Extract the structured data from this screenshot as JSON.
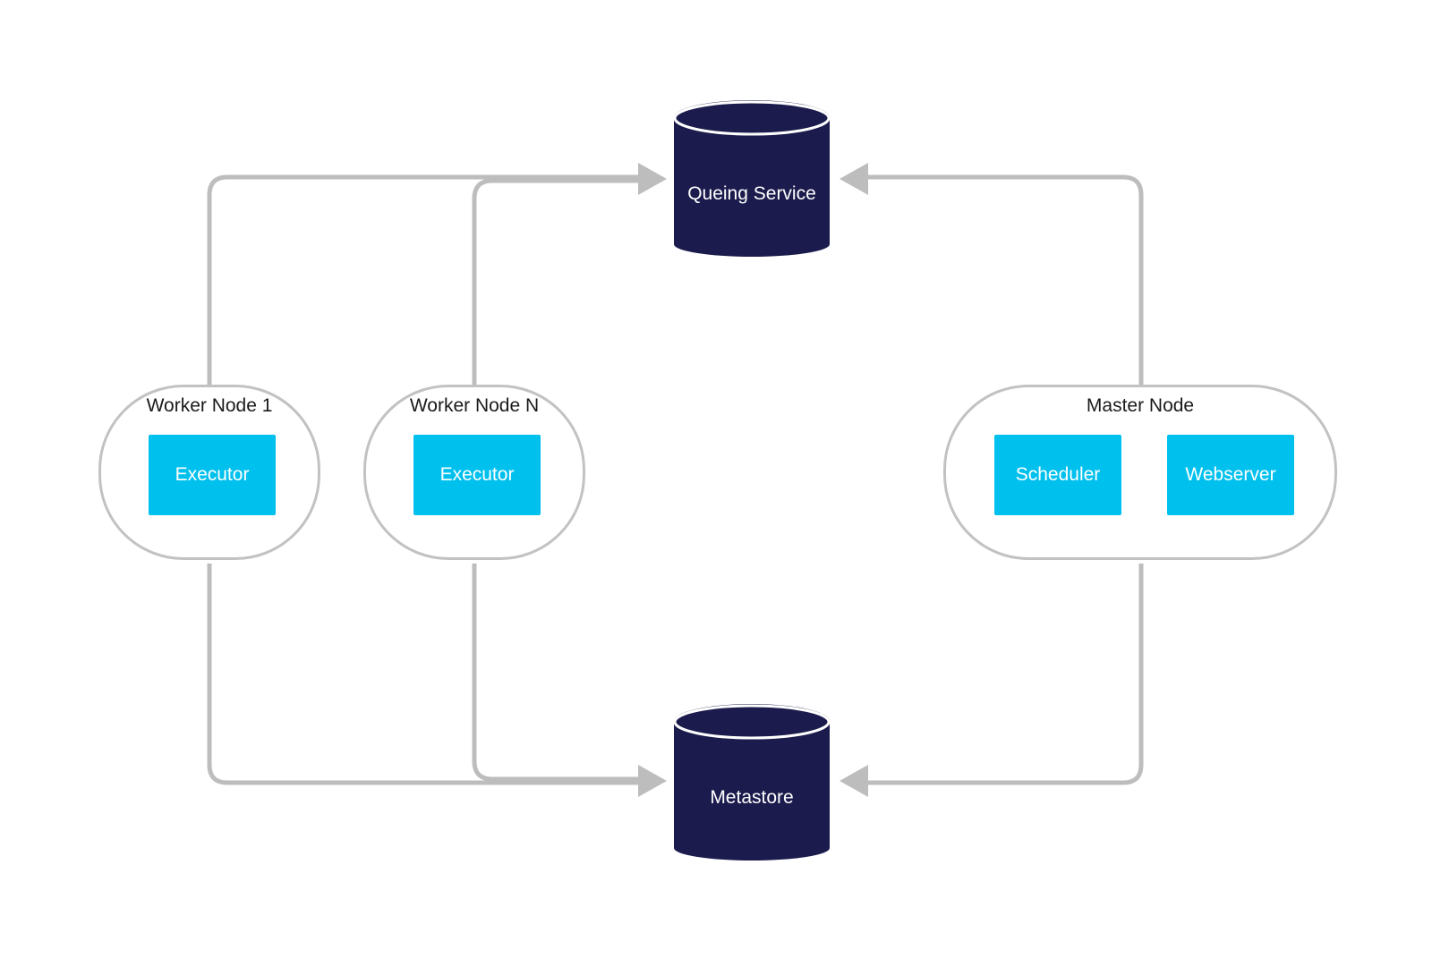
{
  "colors": {
    "connector": "#bdbdbd",
    "database": "#1b1b4d",
    "component": "#00c0ee",
    "node_border": "#c2c2c2",
    "label_light": "#ffffff",
    "label_dark": "#1a1a1a"
  },
  "icons": {
    "database": "database-cylinder-icon",
    "arrow": "arrow-head-icon"
  },
  "databases": {
    "queue": {
      "label": "Queing Service"
    },
    "metastore": {
      "label": "Metastore"
    }
  },
  "nodes": {
    "worker_1": {
      "title": "Worker Node 1",
      "components": [
        {
          "label": "Executor"
        }
      ]
    },
    "worker_n": {
      "title": "Worker Node N",
      "components": [
        {
          "label": "Executor"
        }
      ]
    },
    "master": {
      "title": "Master Node",
      "components": [
        {
          "label": "Scheduler"
        },
        {
          "label": "Webserver"
        }
      ]
    }
  },
  "connections": [
    {
      "from": "Worker Node 1",
      "to": "Queing Service"
    },
    {
      "from": "Worker Node N",
      "to": "Queing Service"
    },
    {
      "from": "Master Node",
      "to": "Queing Service"
    },
    {
      "from": "Worker Node 1",
      "to": "Metastore"
    },
    {
      "from": "Worker Node N",
      "to": "Metastore"
    },
    {
      "from": "Master Node",
      "to": "Metastore"
    }
  ]
}
